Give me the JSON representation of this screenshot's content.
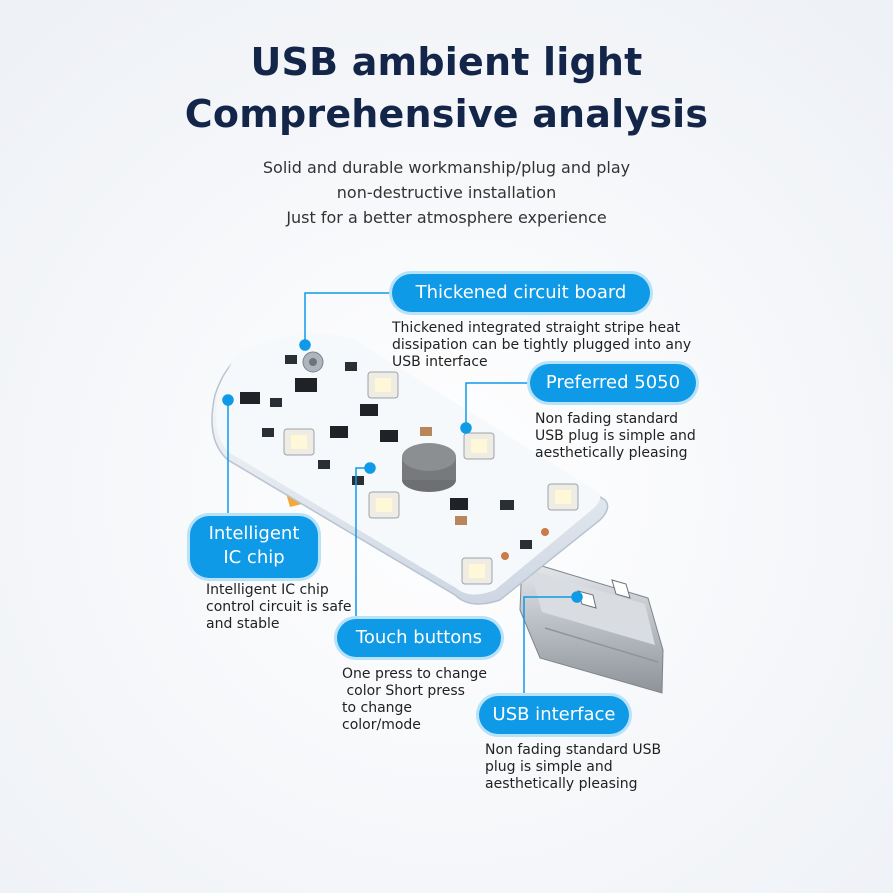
{
  "header": {
    "title_line1": "USB ambient light",
    "title_line2": "Comprehensive analysis",
    "subtitle_line1": "Solid and durable workmanship/plug and play",
    "subtitle_line2": "non-destructive installation",
    "subtitle_line3": "Just for a better atmosphere experience"
  },
  "callouts": {
    "circuit_board": {
      "label": "Thickened circuit board",
      "desc_line1": "Thickened integrated straight stripe heat",
      "desc_line2": "dissipation can be tightly plugged into any",
      "desc_line3": "USB interface"
    },
    "preferred_5050": {
      "label": "Preferred 5050",
      "desc_line1": "Non fading standard",
      "desc_line2": "USB plug is simple and",
      "desc_line3": "aesthetically pleasing"
    },
    "ic_chip": {
      "label_line1": "Intelligent",
      "label_line2": "IC chip",
      "desc_line1": "Intelligent IC chip",
      "desc_line2": "control circuit is safe",
      "desc_line3": "and stable"
    },
    "touch_buttons": {
      "label": "Touch buttons",
      "desc_line1": "One press to change",
      "desc_line2": " color Short press",
      "desc_line3": "to change",
      "desc_line4": "color/mode"
    },
    "usb_interface": {
      "label": "USB interface",
      "desc_line1": "Non fading standard USB",
      "desc_line2": "plug is simple and",
      "desc_line3": "aesthetically pleasing"
    }
  },
  "colors": {
    "title": "#13264a",
    "accent": "#0e9ae6",
    "pcb": "#f4f7fb",
    "metal": "#c9cdd2"
  }
}
